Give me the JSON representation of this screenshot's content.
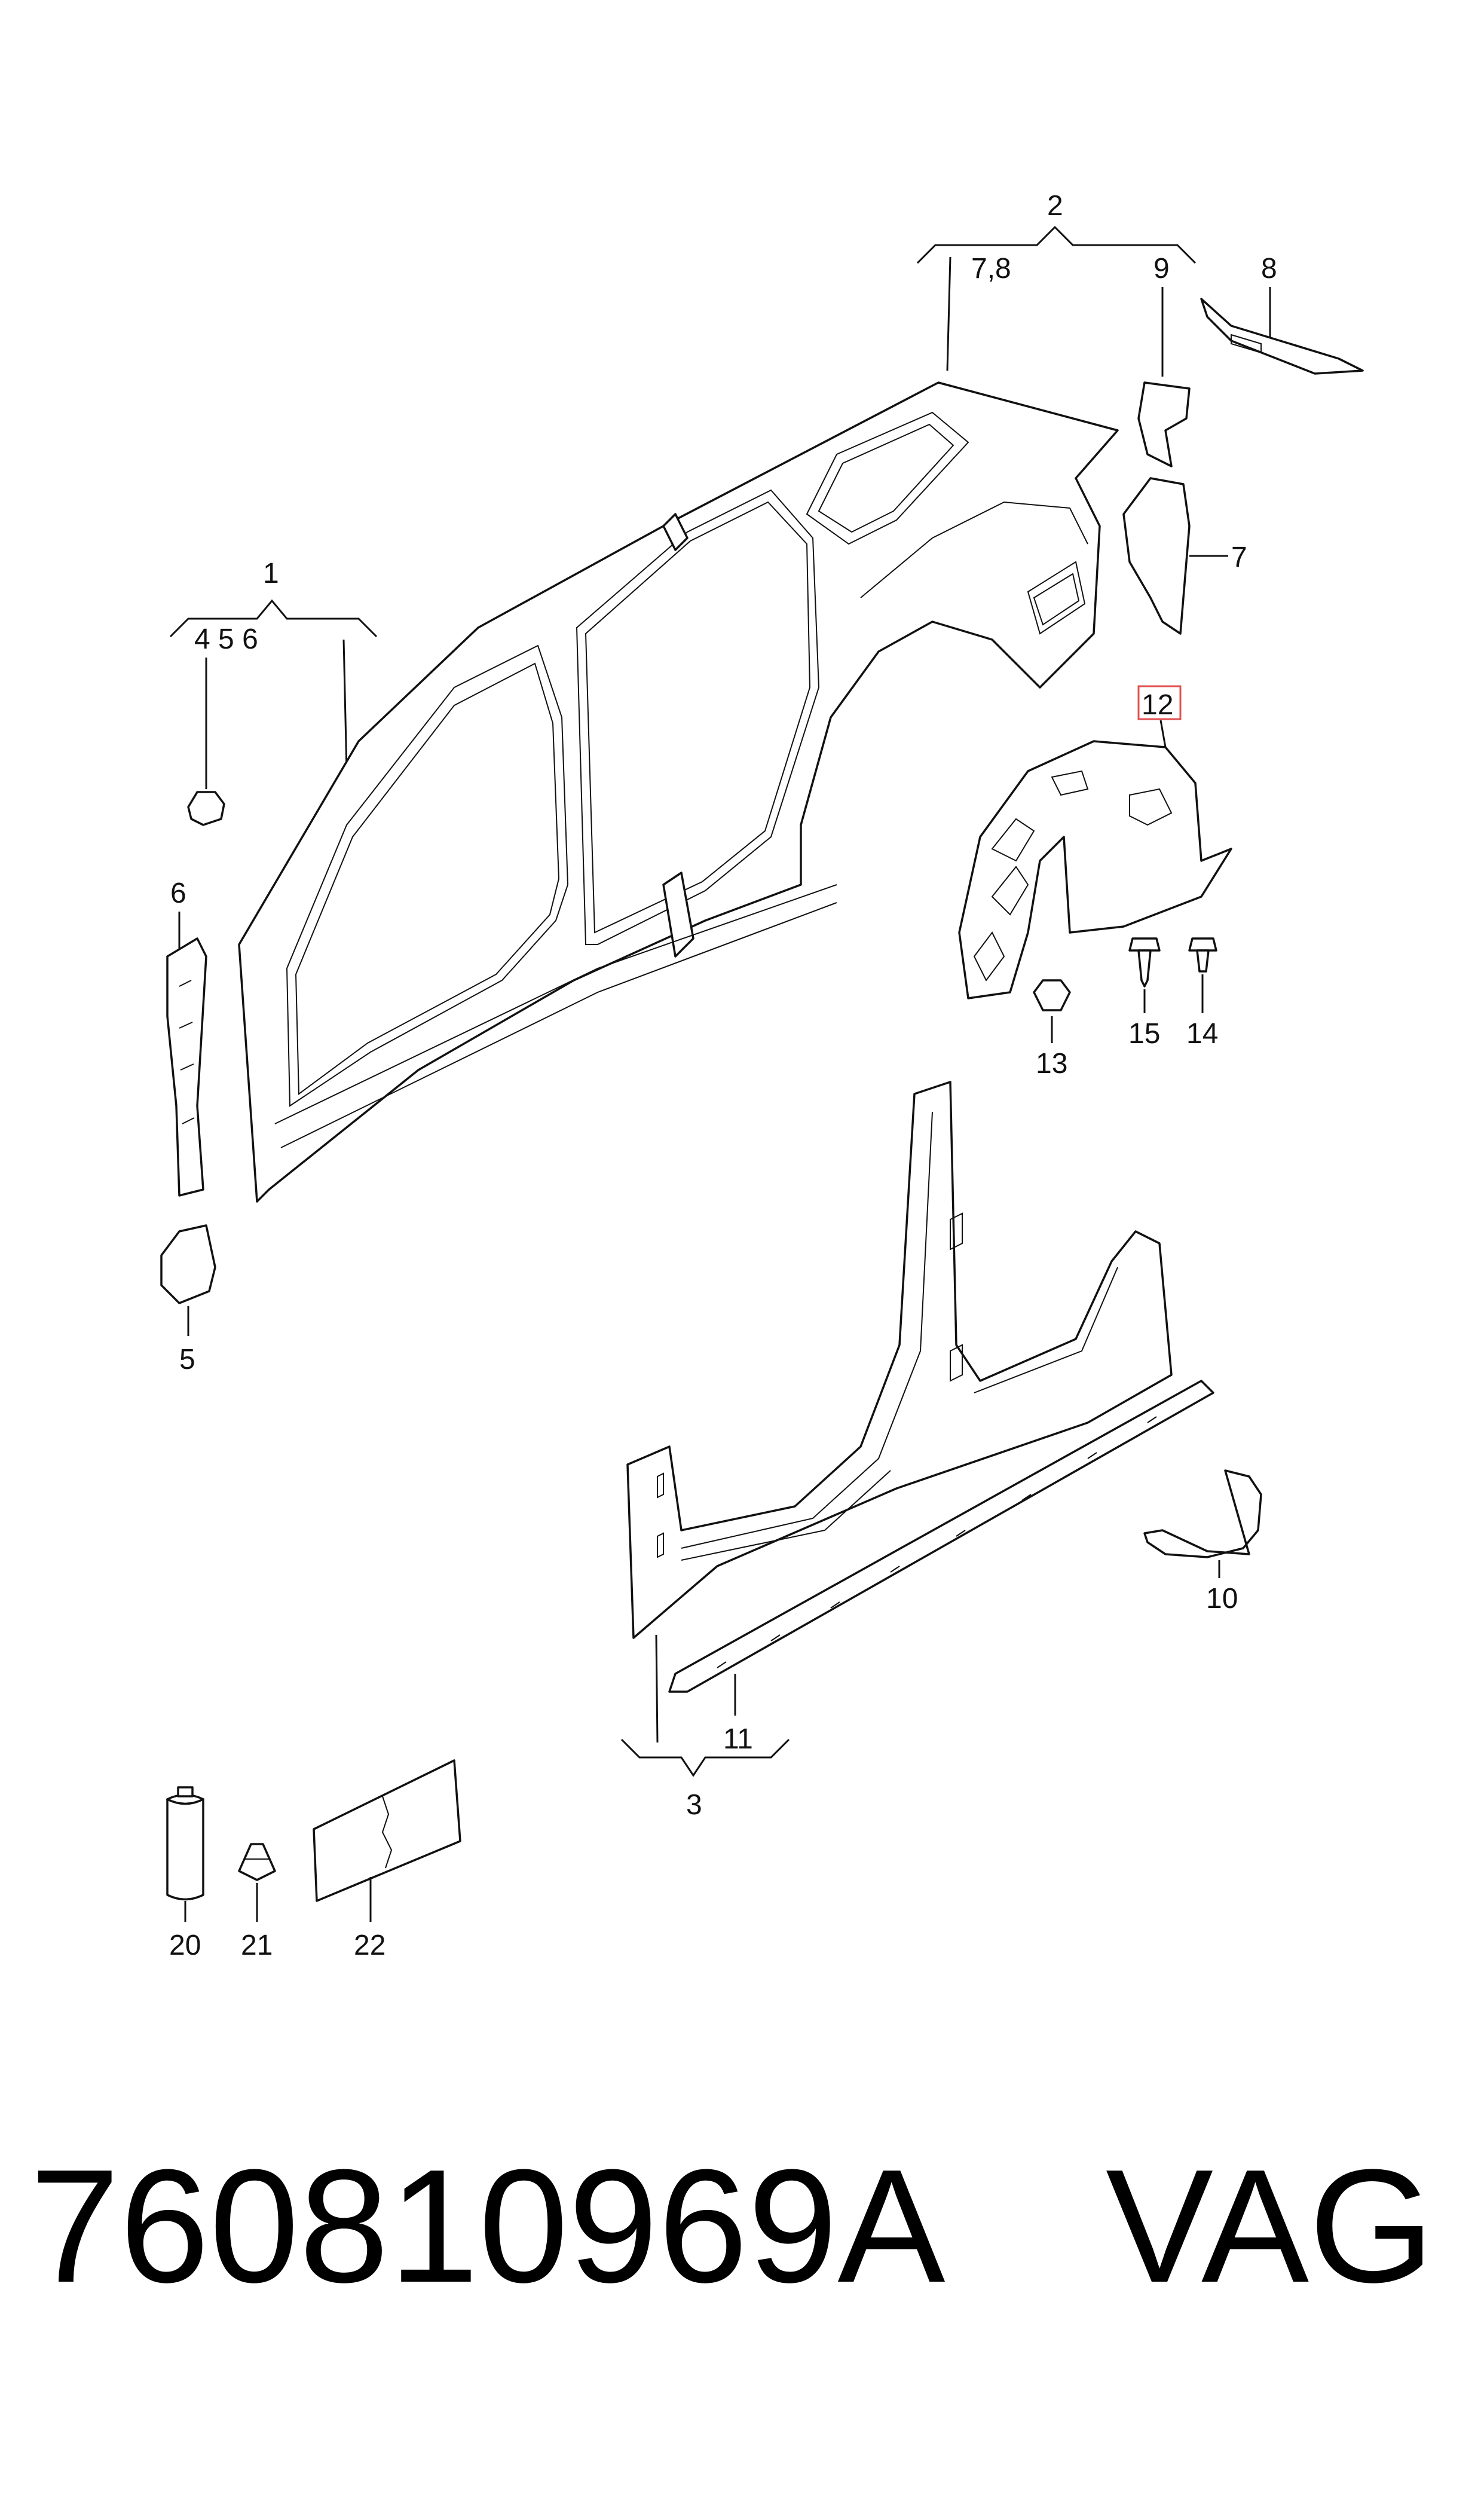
{
  "diagram": {
    "callouts": {
      "c1": "1",
      "c1_sub": "4    5    6",
      "c2": "2",
      "c2_sub_a": "7,8",
      "c2_sub_b": "9",
      "c3": "3",
      "c4": "4",
      "c5": "5",
      "c6": "6",
      "c7": "7",
      "c8": "8",
      "c9": "9",
      "c10": "10",
      "c11": "11",
      "c12": "12",
      "c13": "13",
      "c14": "14",
      "c15": "15",
      "c20": "20",
      "c21": "21",
      "c22": "22"
    },
    "highlight_color": "#e05050"
  },
  "footer": {
    "part_number": "760810969A",
    "brand": "VAG"
  }
}
